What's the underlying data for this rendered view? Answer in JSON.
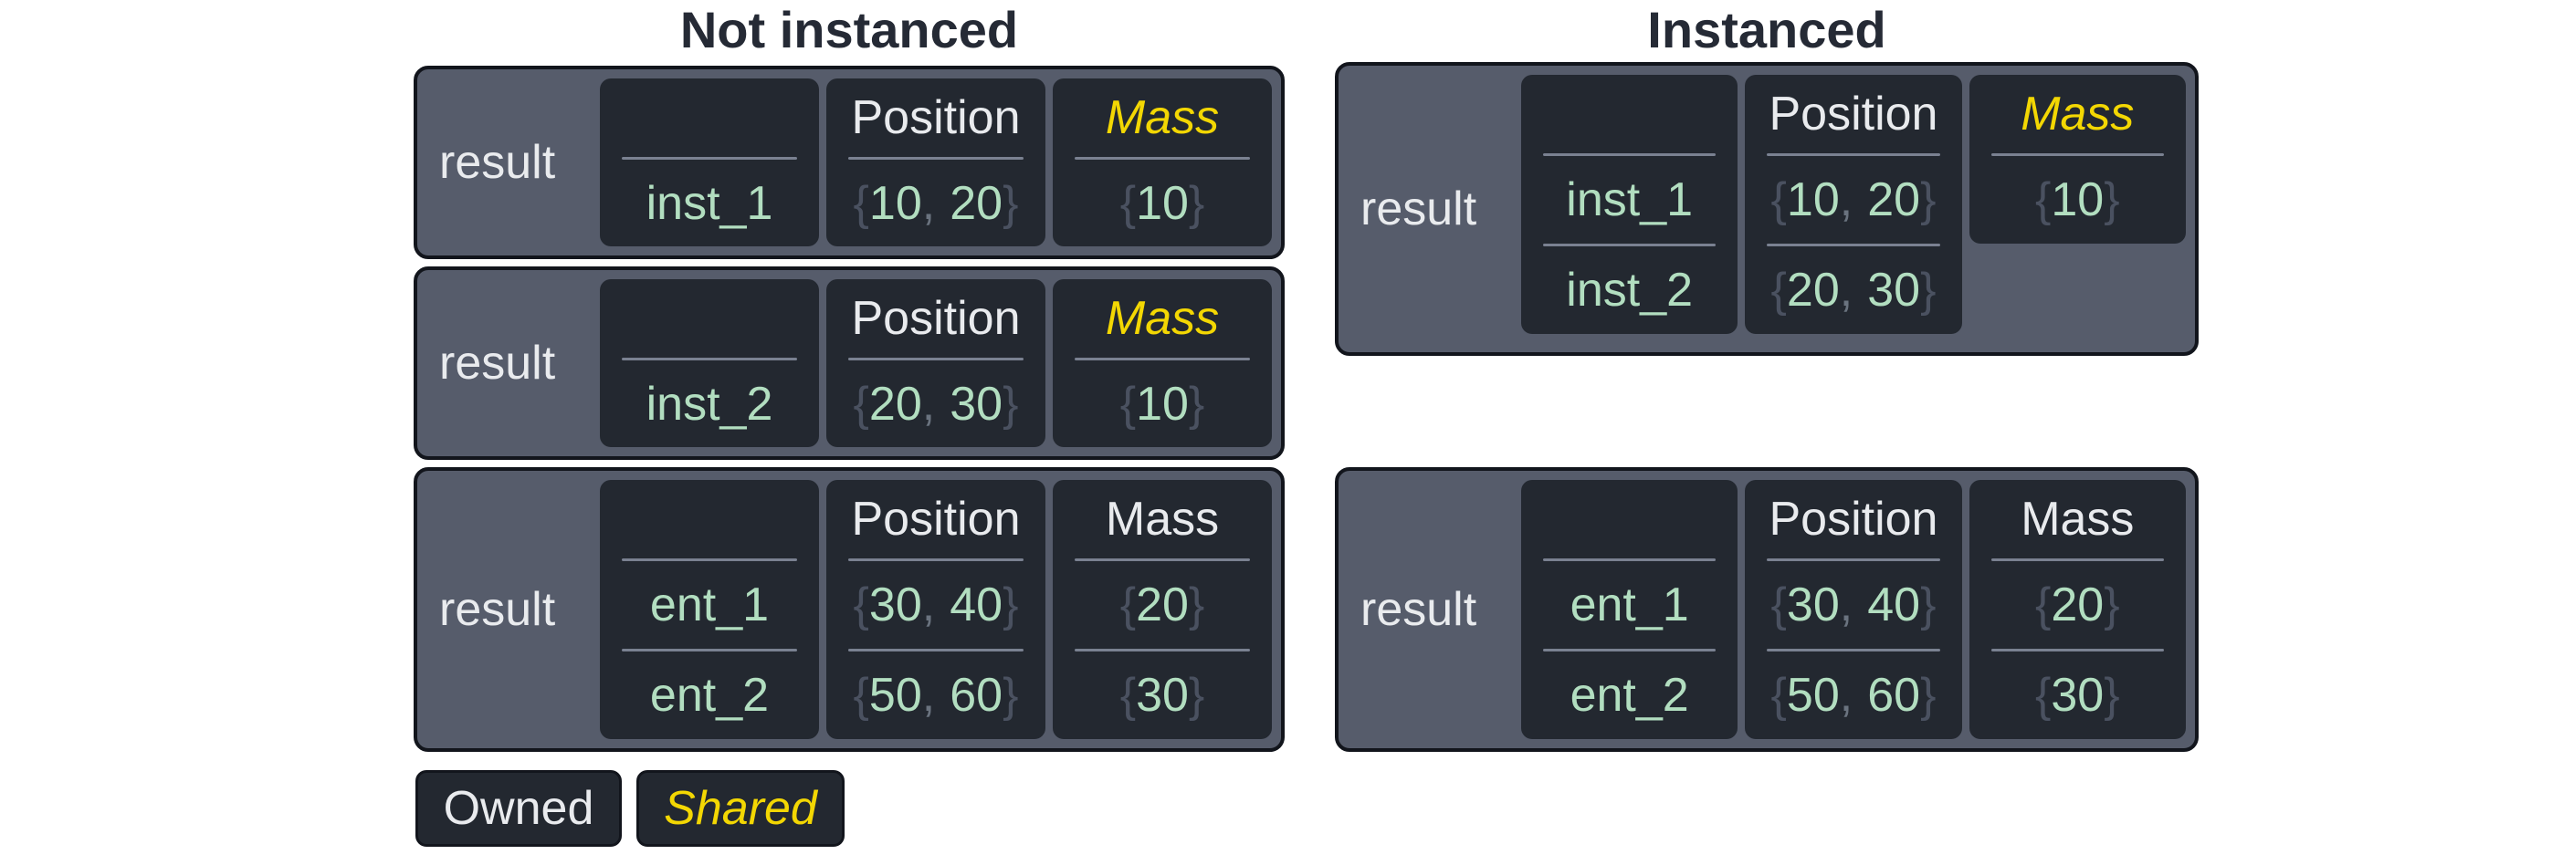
{
  "titles": {
    "not_instanced": "Not instanced",
    "instanced": "Instanced"
  },
  "legend": {
    "owned": "Owned",
    "shared": "Shared"
  },
  "colors": {
    "owned_text": "#e9ebee",
    "shared_text": "#f3d703",
    "value_green": "#b2dec0",
    "brace": "#4a5160",
    "divider": "#7a8191",
    "container_bg": "#565c6b",
    "cell_bg": "#232830",
    "border": "#12151c",
    "title_text": "#252a35"
  },
  "tables": {
    "ni1": {
      "result": "result",
      "cells": [
        {
          "header": "",
          "rows": [
            {
              "text": "inst_1"
            }
          ]
        },
        {
          "header": "Position",
          "rows": [
            {
              "open": "{",
              "a": "10",
              "sep": ",",
              "b": "20",
              "close": "}"
            }
          ]
        },
        {
          "header": "Mass",
          "shared": true,
          "rows": [
            {
              "open": "{",
              "a": "10",
              "close": "}"
            }
          ]
        }
      ]
    },
    "ni2": {
      "result": "result",
      "cells": [
        {
          "header": "",
          "rows": [
            {
              "text": "inst_2"
            }
          ]
        },
        {
          "header": "Position",
          "rows": [
            {
              "open": "{",
              "a": "20",
              "sep": ",",
              "b": "30",
              "close": "}"
            }
          ]
        },
        {
          "header": "Mass",
          "shared": true,
          "rows": [
            {
              "open": "{",
              "a": "10",
              "close": "}"
            }
          ]
        }
      ]
    },
    "ni3": {
      "result": "result",
      "cells": [
        {
          "header": "",
          "rows": [
            {
              "text": "ent_1"
            },
            {
              "text": "ent_2"
            }
          ]
        },
        {
          "header": "Position",
          "rows": [
            {
              "open": "{",
              "a": "30",
              "sep": ",",
              "b": "40",
              "close": "}"
            },
            {
              "open": "{",
              "a": "50",
              "sep": ",",
              "b": "60",
              "close": "}"
            }
          ]
        },
        {
          "header": "Mass",
          "shared": false,
          "rows": [
            {
              "open": "{",
              "a": "20",
              "close": "}"
            },
            {
              "open": "{",
              "a": "30",
              "close": "}"
            }
          ]
        }
      ]
    },
    "i1": {
      "result": "result",
      "cells": [
        {
          "header": "",
          "rows": [
            {
              "text": "inst_1"
            },
            {
              "text": "inst_2"
            }
          ]
        },
        {
          "header": "Position",
          "rows": [
            {
              "open": "{",
              "a": "10",
              "sep": ",",
              "b": "20",
              "close": "}"
            },
            {
              "open": "{",
              "a": "20",
              "sep": ",",
              "b": "30",
              "close": "}"
            }
          ]
        },
        {
          "header": "Mass",
          "shared": true,
          "rows": [
            {
              "open": "{",
              "a": "10",
              "close": "}"
            }
          ]
        }
      ]
    },
    "i2": {
      "result": "result",
      "cells": [
        {
          "header": "",
          "rows": [
            {
              "text": "ent_1"
            },
            {
              "text": "ent_2"
            }
          ]
        },
        {
          "header": "Position",
          "rows": [
            {
              "open": "{",
              "a": "30",
              "sep": ",",
              "b": "40",
              "close": "}"
            },
            {
              "open": "{",
              "a": "50",
              "sep": ",",
              "b": "60",
              "close": "}"
            }
          ]
        },
        {
          "header": "Mass",
          "shared": false,
          "rows": [
            {
              "open": "{",
              "a": "20",
              "close": "}"
            },
            {
              "open": "{",
              "a": "30",
              "close": "}"
            }
          ]
        }
      ]
    }
  }
}
